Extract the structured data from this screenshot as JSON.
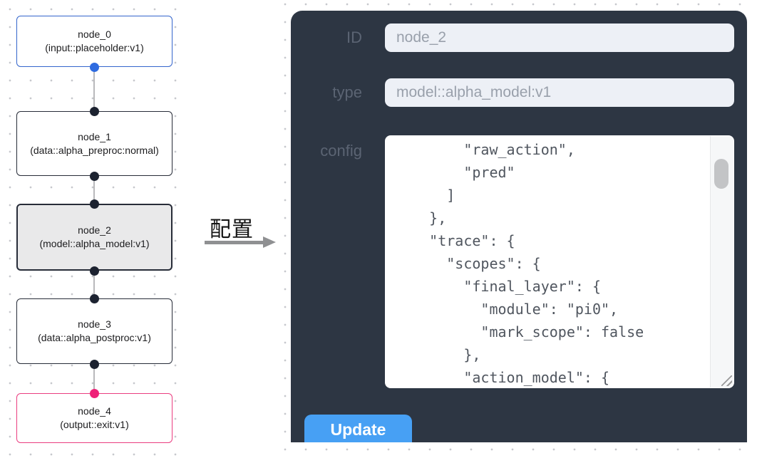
{
  "canvas": {
    "nodes": [
      {
        "title": "node_0",
        "subtitle": "(input::placeholder:v1)"
      },
      {
        "title": "node_1",
        "subtitle": "(data::alpha_preproc:normal)"
      },
      {
        "title": "node_2",
        "subtitle": "(model::alpha_model:v1)"
      },
      {
        "title": "node_3",
        "subtitle": "(data::alpha_postproc:v1)"
      },
      {
        "title": "node_4",
        "subtitle": "(output::exit:v1)"
      }
    ],
    "selected_node": "node_2"
  },
  "transition": {
    "label": "配置"
  },
  "panel": {
    "fields": {
      "id": {
        "label": "ID",
        "value": "node_2"
      },
      "type": {
        "label": "type",
        "value": "model::alpha_model:v1"
      },
      "config": {
        "label": "config",
        "value": "        \"raw_action\",\n        \"pred\"\n      ]\n    },\n    \"trace\": {\n      \"scopes\": {\n        \"final_layer\": {\n          \"module\": \"pi0\",\n          \"mark_scope\": false\n        },\n        \"action_model\": {"
      }
    },
    "update_button": "Update"
  },
  "colors": {
    "panel_bg": "#2d3643",
    "field_bg": "#edf0f6",
    "field_text": "#99a0ab",
    "field_label": "#5b6473",
    "update_button_bg": "#47a0f4",
    "node_border_default": "#272c38",
    "node_border_input": "#3465cc",
    "node_border_output": "#ea3d80",
    "node_selected_bg": "#e9e9ea",
    "port_input_node": "#2e6be0",
    "port_output_node": "#ee2178",
    "port_default": "#1c2230",
    "edge": "#b9b9bb",
    "config_text": "#50565f"
  }
}
